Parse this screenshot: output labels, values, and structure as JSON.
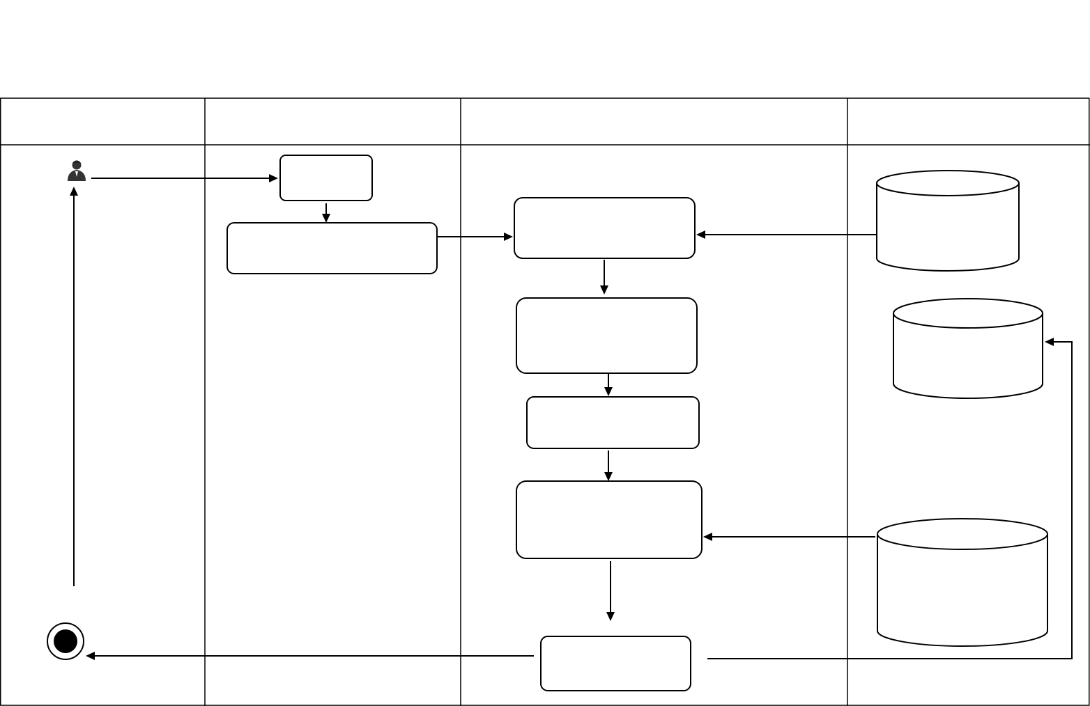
{
  "diagram": {
    "type": "swimlane-activity",
    "lanes": [
      {
        "id": "lane-1",
        "label": ""
      },
      {
        "id": "lane-2",
        "label": ""
      },
      {
        "id": "lane-3",
        "label": ""
      },
      {
        "id": "lane-4",
        "label": ""
      }
    ],
    "nodes": [
      {
        "id": "actor",
        "kind": "actor-icon",
        "label": ""
      },
      {
        "id": "box-a",
        "kind": "activity",
        "label": ""
      },
      {
        "id": "box-b",
        "kind": "activity",
        "label": ""
      },
      {
        "id": "box-c",
        "kind": "activity",
        "label": ""
      },
      {
        "id": "box-d",
        "kind": "activity",
        "label": ""
      },
      {
        "id": "box-e",
        "kind": "activity",
        "label": ""
      },
      {
        "id": "box-f",
        "kind": "activity",
        "label": ""
      },
      {
        "id": "box-g",
        "kind": "activity",
        "label": ""
      },
      {
        "id": "db-1",
        "kind": "datastore",
        "label": ""
      },
      {
        "id": "db-2",
        "kind": "datastore",
        "label": ""
      },
      {
        "id": "db-3",
        "kind": "datastore",
        "label": ""
      },
      {
        "id": "end",
        "kind": "final-node",
        "label": ""
      }
    ],
    "edges": [
      {
        "from": "actor",
        "to": "box-a"
      },
      {
        "from": "box-a",
        "to": "box-b"
      },
      {
        "from": "box-b",
        "to": "box-c"
      },
      {
        "from": "db-1",
        "to": "box-c"
      },
      {
        "from": "box-c",
        "to": "box-d"
      },
      {
        "from": "box-d",
        "to": "box-e"
      },
      {
        "from": "box-e",
        "to": "box-f"
      },
      {
        "from": "db-3",
        "to": "box-f"
      },
      {
        "from": "box-f",
        "to": "box-g"
      },
      {
        "from": "box-g",
        "to": "end"
      },
      {
        "from": "box-g",
        "to": "db-2"
      },
      {
        "from": "end",
        "to": "actor"
      }
    ]
  }
}
